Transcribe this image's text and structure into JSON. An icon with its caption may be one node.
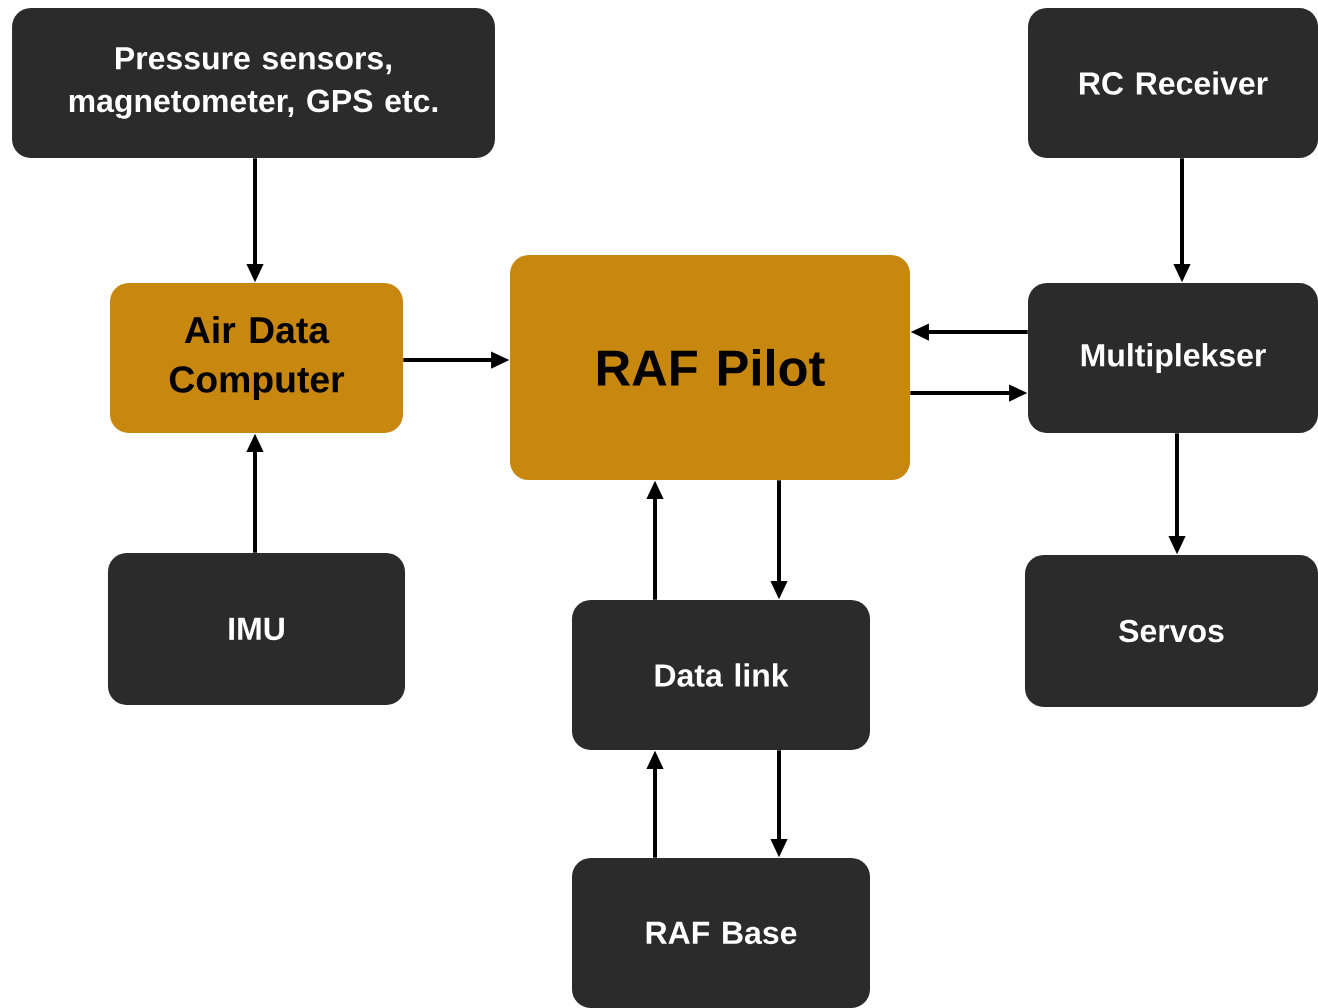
{
  "diagram": {
    "nodes": [
      {
        "text": [
          "Pressure sensors, magnetometer, GPS etc."
        ]
      },
      {
        "text": [
          "RC Receiver"
        ]
      },
      {
        "text": [
          "Air Data Computer"
        ]
      },
      {
        "text": [
          "RAF Pilot"
        ]
      },
      {
        "text": [
          "Multiplekser"
        ]
      },
      {
        "text": [
          "IMU"
        ]
      },
      {
        "text": [
          "Servos"
        ]
      },
      {
        "text": [
          "Data link"
        ]
      },
      {
        "text": [
          "RAF Base"
        ]
      }
    ],
    "edges": [
      {
        "from": 0,
        "to": 2,
        "arrow": "to"
      },
      {
        "from": 5,
        "to": 2,
        "arrow": "to"
      },
      {
        "from": 2,
        "to": 3,
        "arrow": "to"
      },
      {
        "from": 1,
        "to": 4,
        "arrow": "to"
      },
      {
        "from": 4,
        "to": 3,
        "arrow": "to"
      },
      {
        "from": 3,
        "to": 4,
        "arrow": "to"
      },
      {
        "from": 4,
        "to": 6,
        "arrow": "to"
      },
      {
        "from": 7,
        "to": 3,
        "arrow": "to"
      },
      {
        "from": 3,
        "to": 7,
        "arrow": "to"
      },
      {
        "from": 8,
        "to": 7,
        "arrow": "to"
      },
      {
        "from": 7,
        "to": 8,
        "arrow": "to"
      }
    ]
  }
}
